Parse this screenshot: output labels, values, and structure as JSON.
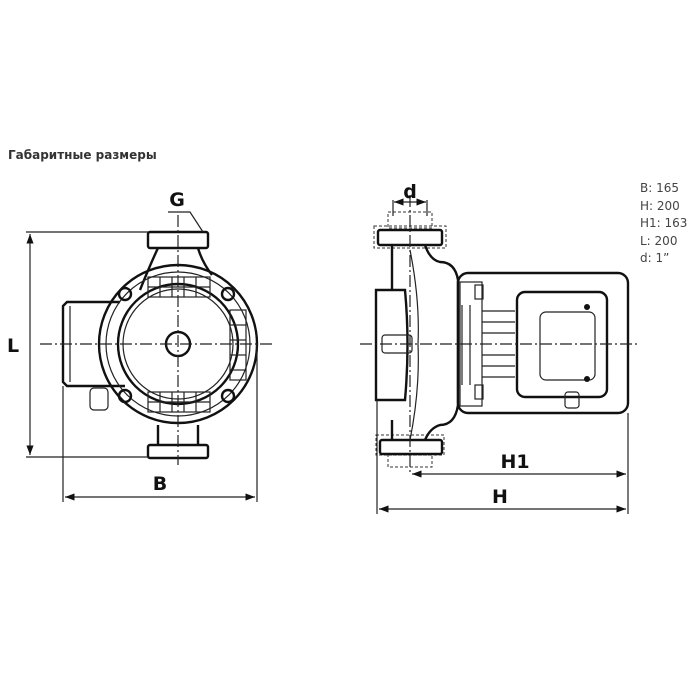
{
  "title": "Габаритные размеры",
  "specs": [
    "B: 165",
    "H: 200",
    "H1: 163",
    "L: 200",
    "d: 1”"
  ],
  "labels": {
    "g": "G",
    "l": "L",
    "b": "B",
    "d": "d",
    "h1": "H1",
    "h": "H"
  }
}
